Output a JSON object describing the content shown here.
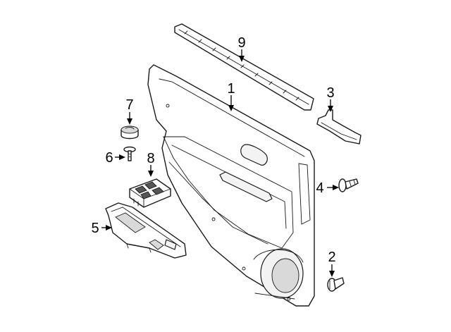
{
  "diagram": {
    "callouts": [
      "1",
      "2",
      "3",
      "4",
      "5",
      "6",
      "7",
      "8",
      "9"
    ]
  }
}
